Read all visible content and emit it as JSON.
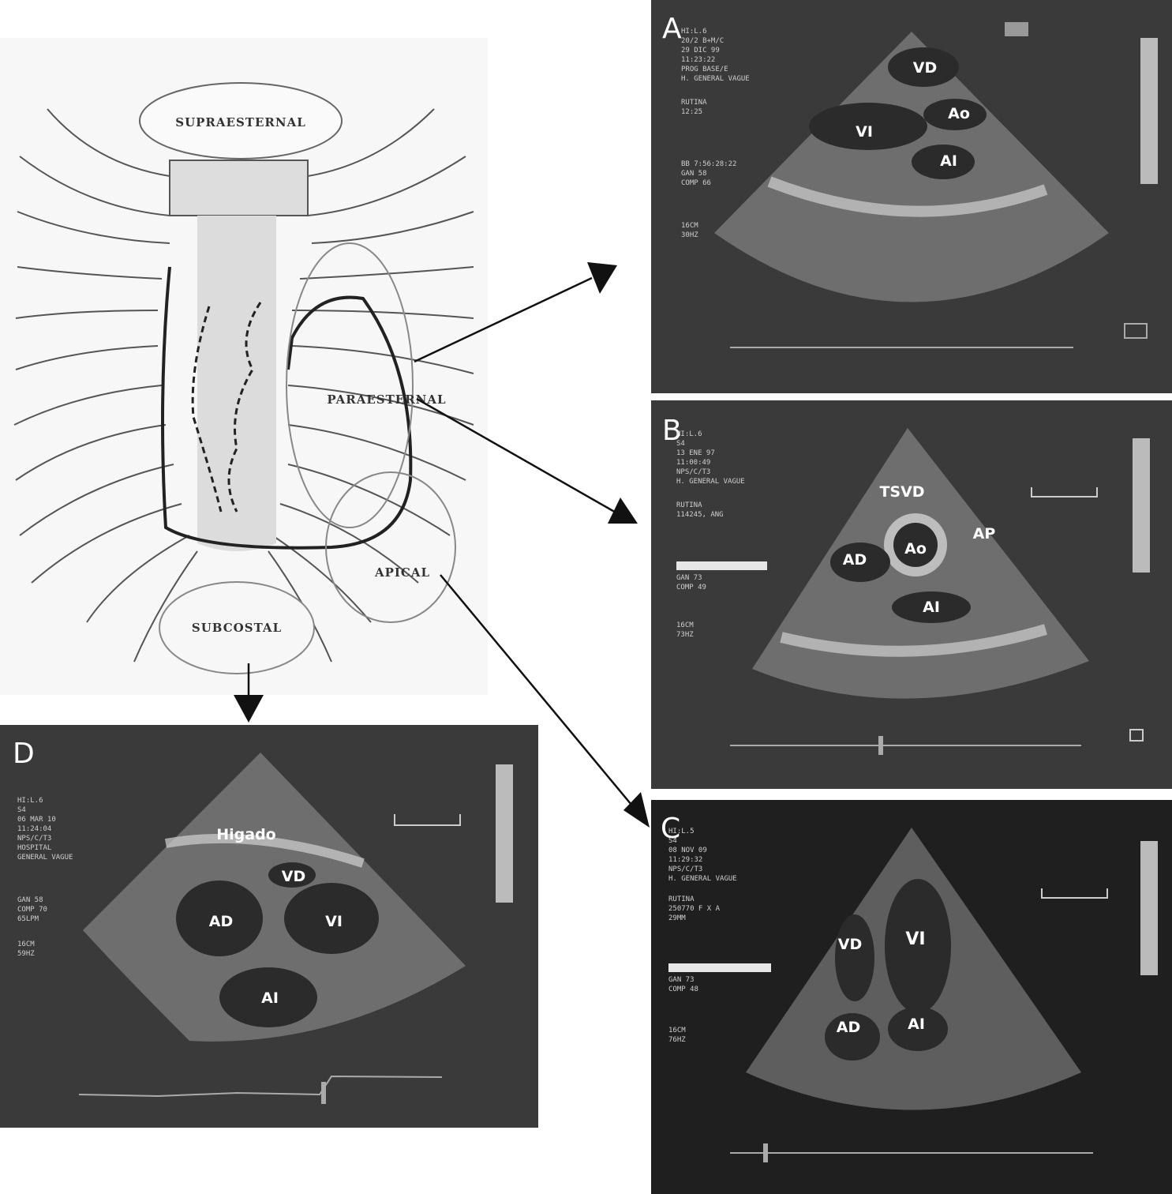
{
  "diagram": {
    "windows": {
      "supraesternal": "SUPRAESTERNAL",
      "paraesternal": "PARAESTERNAL",
      "apical": "APICAL",
      "subcostal": "SUBCOSTAL"
    }
  },
  "panels": {
    "a": {
      "letter": "A",
      "labels": {
        "vd": "VD",
        "ao": "Ao",
        "vi": "VI",
        "ai": "AI"
      },
      "overlay_text": [
        "HI:L.6",
        "20/2 B+M/C",
        "29 DIC 99",
        "11:23:22",
        "PROG BASE/E",
        "H. GENERAL VAGUE",
        "RUTINA",
        "12:25",
        "BB 7:56:28:22",
        "GAN 58",
        "COMP 66",
        "16CM",
        "30HZ"
      ]
    },
    "b": {
      "letter": "B",
      "labels": {
        "tsvd": "TSVD",
        "ap": "AP",
        "ad": "AD",
        "ao": "Ao",
        "ai": "AI"
      },
      "overlay_text": [
        "HI:L.6",
        "S4",
        "13 ENE 97",
        "11:00:49",
        "NPS/C/T3",
        "H. GENERAL VAGUE",
        "RUTINA",
        "114245, ANG",
        "GAN 73",
        "COMP 49",
        "16CM",
        "73HZ"
      ]
    },
    "c": {
      "letter": "C",
      "labels": {
        "vd": "VD",
        "vi": "VI",
        "ad": "AD",
        "ai": "AI"
      },
      "overlay_text": [
        "HI:L.5",
        "S4",
        "08 NOV 09",
        "11:29:32",
        "NPS/C/T3",
        "H. GENERAL VAGUE",
        "RUTINA",
        "250770 F X A",
        "29MM",
        "GAN 73",
        "COMP 48",
        "16CM",
        "76HZ"
      ]
    },
    "d": {
      "letter": "D",
      "labels": {
        "higado": "Higado",
        "vd": "VD",
        "ad": "AD",
        "vi": "VI",
        "ai": "AI"
      },
      "overlay_text": [
        "HI:L.6",
        "S4",
        "06 MAR 10",
        "11:24:04",
        "NPS/C/T3",
        "HOSPITAL",
        "GENERAL VAGUE",
        "GAN 58",
        "COMP 70",
        "65LPM",
        "16CM",
        "59HZ"
      ]
    }
  }
}
